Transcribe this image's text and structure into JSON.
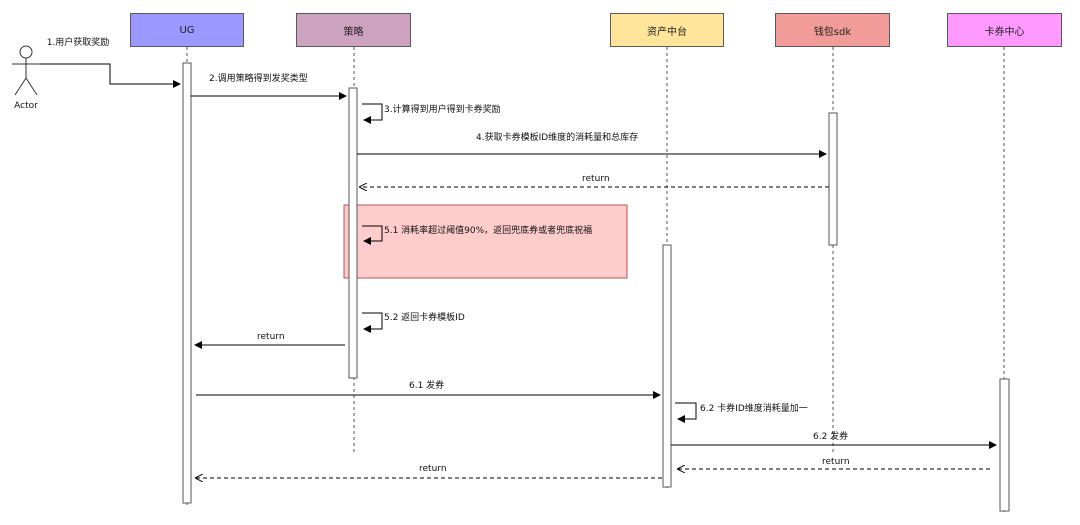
{
  "actor": {
    "label": "Actor"
  },
  "participants": [
    {
      "id": "ug",
      "label": "UG",
      "color": "#9999ff"
    },
    {
      "id": "strategy",
      "label": "策略",
      "color": "#cda2be"
    },
    {
      "id": "asset",
      "label": "资产中台",
      "color": "#ffe599"
    },
    {
      "id": "wallet",
      "label": "钱包sdk",
      "color": "#f19c99"
    },
    {
      "id": "coupon",
      "label": "卡券中心",
      "color": "#ff99ff"
    }
  ],
  "messages": [
    {
      "id": "m1",
      "text": "1.用户获取奖励",
      "style": "solid"
    },
    {
      "id": "m2",
      "text": "2.调用策略得到发奖类型",
      "style": "solid"
    },
    {
      "id": "m3",
      "text": "3.计算得到用户得到卡券奖励",
      "style": "self"
    },
    {
      "id": "m4",
      "text": "4.获取卡券模板ID维度的消耗量和总库存",
      "style": "solid"
    },
    {
      "id": "r1",
      "text": "return",
      "style": "dashed"
    },
    {
      "id": "m51",
      "text": "5.1 消耗率超过阈值90%，返回兜底券或者兜底祝福",
      "style": "self"
    },
    {
      "id": "m52",
      "text": "5.2 返回卡券模板ID",
      "style": "self"
    },
    {
      "id": "r2",
      "text": "return",
      "style": "solid"
    },
    {
      "id": "m61",
      "text": "6.1 发券",
      "style": "solid"
    },
    {
      "id": "m62a",
      "text": "6.2 卡券ID维度消耗量加一",
      "style": "self"
    },
    {
      "id": "m62b",
      "text": "6.2 发券",
      "style": "solid"
    },
    {
      "id": "r3",
      "text": "return",
      "style": "dashed"
    },
    {
      "id": "r4",
      "text": "return",
      "style": "dashed"
    }
  ],
  "highlight": {
    "fill": "#ffcccc",
    "stroke": "#b85450"
  }
}
